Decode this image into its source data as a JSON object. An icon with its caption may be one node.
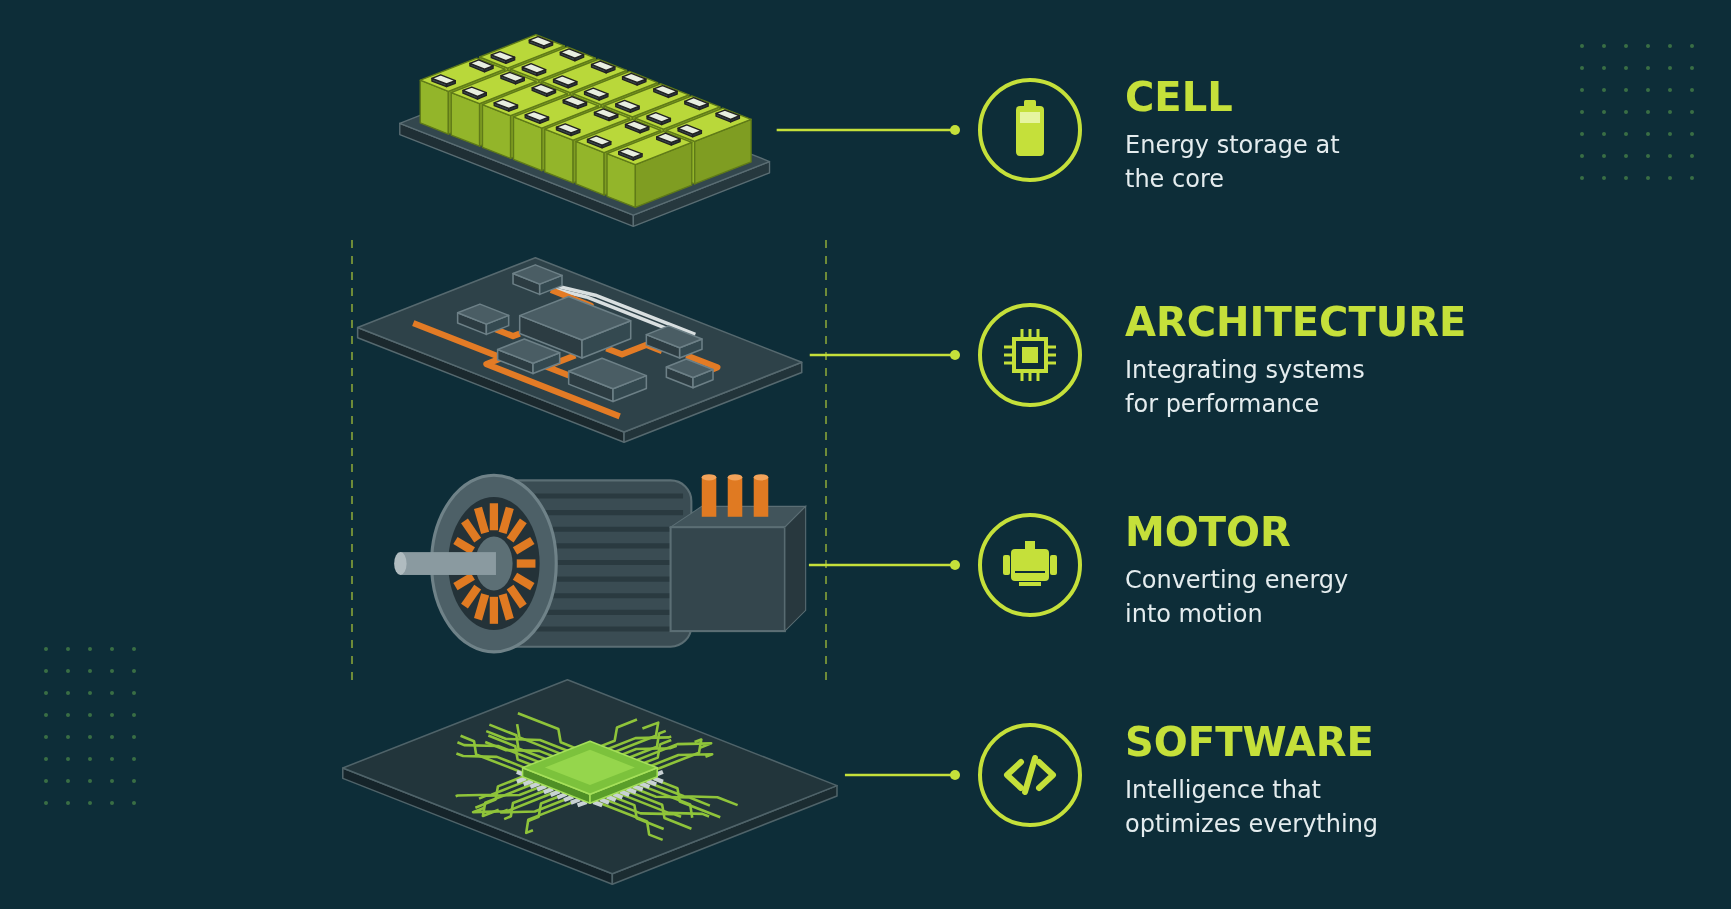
{
  "diagram": {
    "nodes": [
      {
        "text": [
          "CELL",
          "Energy storage at the core"
        ]
      },
      {
        "text": [],
        "shape": "picture"
      },
      {
        "text": [
          "ARCHITECTURE",
          "Integrating systems for performance"
        ]
      },
      {
        "text": [],
        "shape": "picture"
      },
      {
        "text": [
          "MOTOR",
          "Converting energy into motion"
        ]
      },
      {
        "text": [],
        "shape": "picture"
      },
      {
        "text": [
          "SOFTWARE",
          "Intelligence that optimizes everything"
        ]
      },
      {
        "text": [],
        "shape": "picture"
      }
    ],
    "edges": [
      {
        "from": 0,
        "to": 1,
        "arrow": "other"
      },
      {
        "from": 2,
        "to": 3,
        "arrow": "other"
      },
      {
        "from": 4,
        "to": 5,
        "arrow": "other"
      },
      {
        "from": 6,
        "to": 7,
        "arrow": "other"
      }
    ]
  }
}
